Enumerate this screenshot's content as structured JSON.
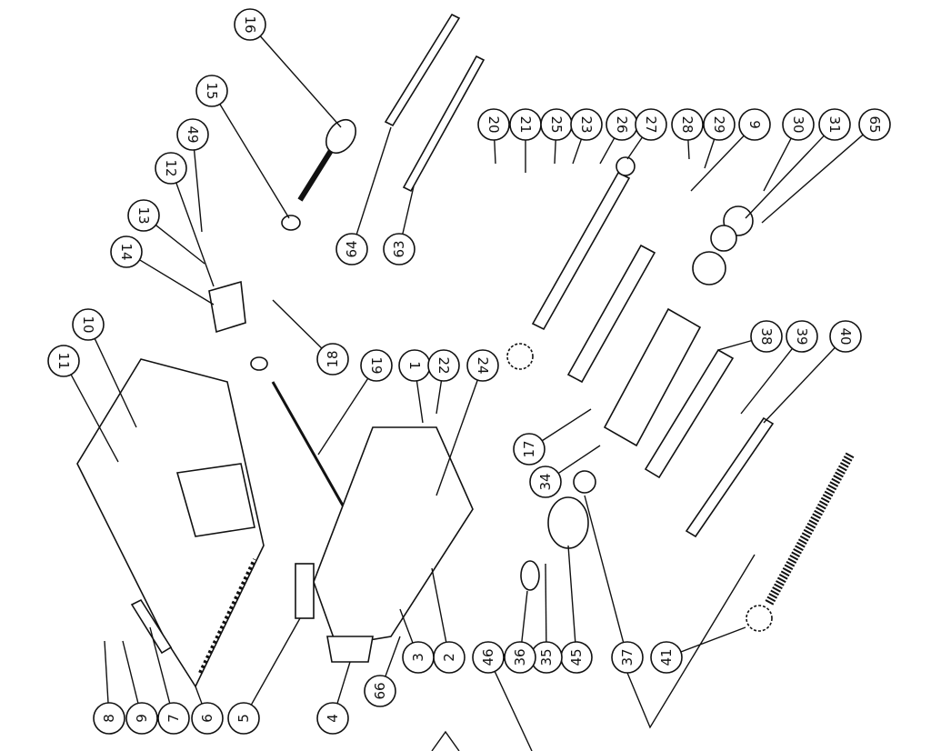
{
  "diagram": {
    "type": "exploded-parts-diagram",
    "callouts": [
      "16",
      "15",
      "49",
      "12",
      "13",
      "14",
      "10",
      "11",
      "18",
      "19",
      "1",
      "22",
      "24",
      "17",
      "34",
      "64",
      "63",
      "20",
      "21",
      "25",
      "23",
      "26",
      "27",
      "28",
      "29",
      "9",
      "30",
      "31",
      "65",
      "38",
      "39",
      "40",
      "41",
      "37",
      "45",
      "35",
      "36",
      "46",
      "2",
      "3",
      "66",
      "4",
      "5",
      "6",
      "7",
      "9",
      "8"
    ]
  }
}
